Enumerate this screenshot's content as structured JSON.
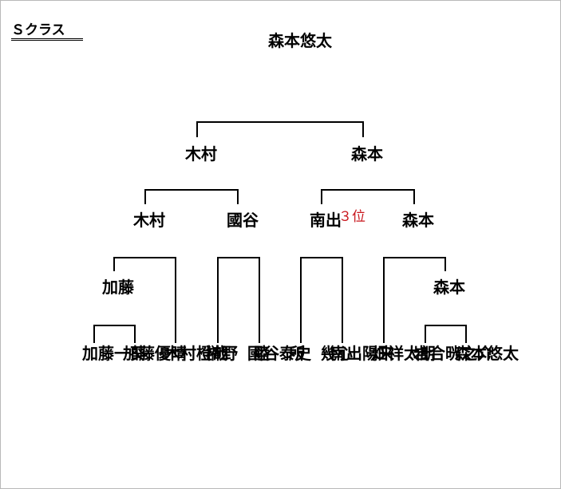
{
  "class_label": "Ｓクラス",
  "placement_label": "３位",
  "colors": {
    "line": "#000000",
    "text": "#000000",
    "placement": "#c8161d",
    "frame": "#b8b8b8"
  },
  "champion": "森本悠太",
  "final": {
    "left": "木村",
    "right": "森本"
  },
  "semifinal": {
    "a": "木村",
    "b": "國谷",
    "c": "南出",
    "d": "森本"
  },
  "quarterfinal": {
    "a": "加藤",
    "d": "森本"
  },
  "first_round": {
    "a": "加藤",
    "b": "森本"
  },
  "players": [
    {
      "name": "加藤一葵"
    },
    {
      "name": "加藤優晴"
    },
    {
      "name": "木村橙哉"
    },
    {
      "name": "榊野　陸"
    },
    {
      "name": "國谷泰史"
    },
    {
      "name": "所　幾心"
    },
    {
      "name": "南出陽来"
    },
    {
      "name": "畑祥太朗"
    },
    {
      "name": "岩合晄之介"
    },
    {
      "name": "森本悠太"
    }
  ]
}
